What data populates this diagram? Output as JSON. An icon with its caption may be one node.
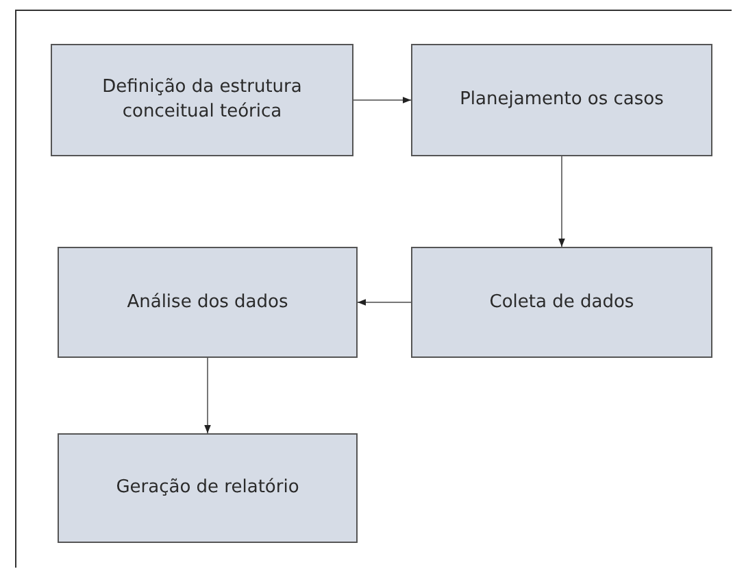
{
  "diagram": {
    "nodes": [
      {
        "text": [
          "Definição da estrutura conceitual teórica"
        ]
      },
      {
        "text": [
          "Planejamento os casos"
        ]
      },
      {
        "text": [
          "Coleta de dados"
        ]
      },
      {
        "text": [
          "Análise dos dados"
        ]
      },
      {
        "text": [
          "Geração de relatório"
        ]
      }
    ],
    "edges": [
      {
        "from": 0,
        "to": 1,
        "arrow": "to"
      },
      {
        "from": 1,
        "to": 2,
        "arrow": "to"
      },
      {
        "from": 2,
        "to": 3,
        "arrow": "to"
      },
      {
        "from": 3,
        "to": 4,
        "arrow": "to"
      }
    ]
  }
}
